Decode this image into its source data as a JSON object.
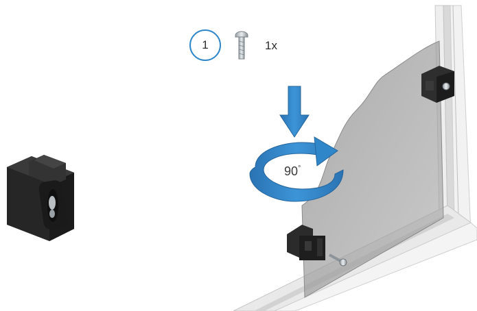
{
  "step": {
    "number": "1"
  },
  "parts": {
    "quantity": "1x",
    "icon": "screw-icon"
  },
  "rotation": {
    "value": "90",
    "unit": "°",
    "direction": "clockwise"
  },
  "colors": {
    "accent_blue": "#2f86c8",
    "frame_gray": "#e6e6e6",
    "glass_gray": "#9a9a9a",
    "clip_black": "#2a2a2a"
  }
}
